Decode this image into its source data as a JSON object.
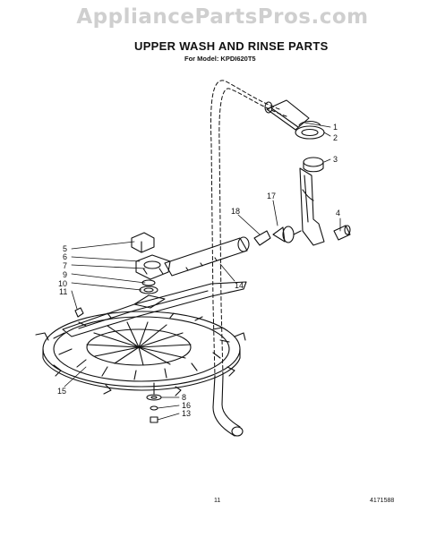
{
  "watermark": "AppliancePartsPros.com",
  "header": {
    "title": "UPPER WASH AND RINSE PARTS",
    "model_line": "For Model: KPDI620T5"
  },
  "footer": {
    "page_number": "11",
    "document_number": "4171588"
  },
  "callouts": [
    "1",
    "2",
    "3",
    "4",
    "5",
    "6",
    "7",
    "8",
    "9",
    "10",
    "11",
    "13",
    "14",
    "15",
    "16",
    "17",
    "18"
  ],
  "colors": {
    "line": "#111111",
    "watermark": "#cfcfcf"
  }
}
